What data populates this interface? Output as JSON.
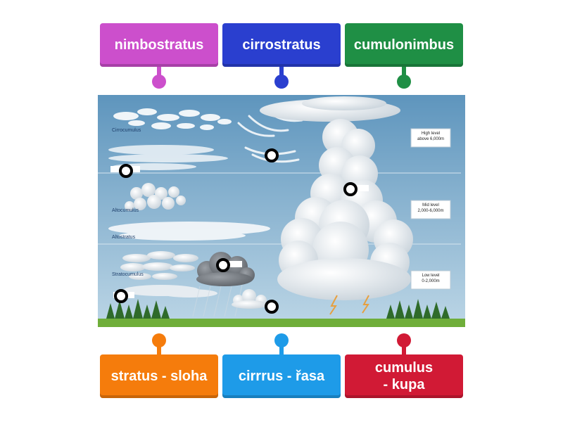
{
  "top_tiles": [
    {
      "label": "nimbostratus",
      "color": "#cc4fcc"
    },
    {
      "label": "cirrostratus",
      "color": "#2a3fcf"
    },
    {
      "label": "cumulonimbus",
      "color": "#1f8f45"
    }
  ],
  "bottom_tiles": [
    {
      "label_line1": "stratus - sloha",
      "label_line2": "",
      "color": "#f57c0c"
    },
    {
      "label_line1": "cirrrus - řasa",
      "label_line2": "",
      "color": "#1e9be8"
    },
    {
      "label_line1": "cumulus",
      "label_line2": "- kupa",
      "color": "#d11a35"
    }
  ],
  "diagram": {
    "cloud_labels": {
      "cirrocumulus": "Cirrocumulus",
      "altocumulus": "Altocumulus",
      "altostratus": "Altostratus",
      "stratocumulus": "Stratocumulus"
    },
    "levels": {
      "high_line1": "High level",
      "high_line2": "above 6,000m",
      "mid_line1": "Mid level",
      "mid_line2": "2,000-6,000m",
      "low_line1": "Low level",
      "low_line2": "0-2,000m"
    }
  },
  "colors": {
    "sky_top": "#5e95bd",
    "sky_bottom": "#bcd6e6",
    "grass": "#6fae3a"
  }
}
